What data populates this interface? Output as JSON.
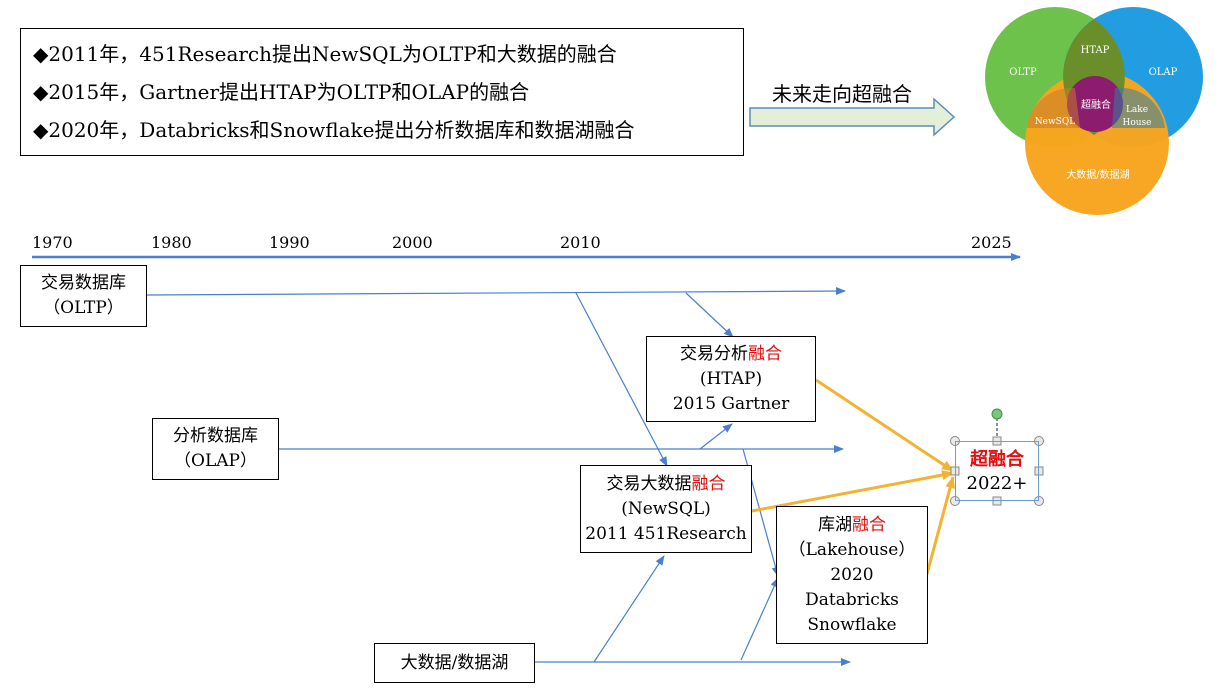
{
  "intro": {
    "lines": [
      "◆2011年，451Research提出NewSQL为OLTP和大数据的融合",
      "◆2015年，Gartner提出HTAP为OLTP和OLAP的融合",
      "◆2020年，Databricks和Snowflake提出分析数据库和数据湖融合"
    ]
  },
  "future_label": "未来走向超融合",
  "venn": {
    "oltp": "OLTP",
    "olap": "OLAP",
    "htap": "HTAP",
    "center": "超融合",
    "newsql": "NewSQL",
    "lakehouse_1": "Lake",
    "lakehouse_2": "House",
    "bigdata": "大数据/数据湖",
    "colors": {
      "green": "#6cc24a",
      "blue": "#1e9be0",
      "orange": "#f7a51f",
      "olive": "#6a8f2a",
      "purple": "#8c1c6e"
    }
  },
  "timeline": {
    "years": [
      "1970",
      "1980",
      "1990",
      "2000",
      "2010",
      "2025"
    ]
  },
  "nodes": {
    "oltp": {
      "line1": "交易数据库",
      "line2": "（OLTP）"
    },
    "olap": {
      "line1": "分析数据库",
      "line2": "（OLAP）"
    },
    "bigdata": {
      "line1": "大数据/数据湖"
    },
    "htap": {
      "prefix": "交易分析",
      "red": "融合",
      "line2": "(HTAP)",
      "line3": "2015 Gartner"
    },
    "newsql": {
      "prefix": "交易大数据",
      "red": "融合",
      "line2": "(NewSQL)",
      "line3": "2011 451Research"
    },
    "lakehouse": {
      "prefix": "库湖",
      "red": "融合",
      "line2": "（Lakehouse）",
      "line3": "2020",
      "line4": "Databricks",
      "line5": "Snowflake"
    },
    "hyper": {
      "title": "超融合",
      "line2": "2022+"
    }
  }
}
